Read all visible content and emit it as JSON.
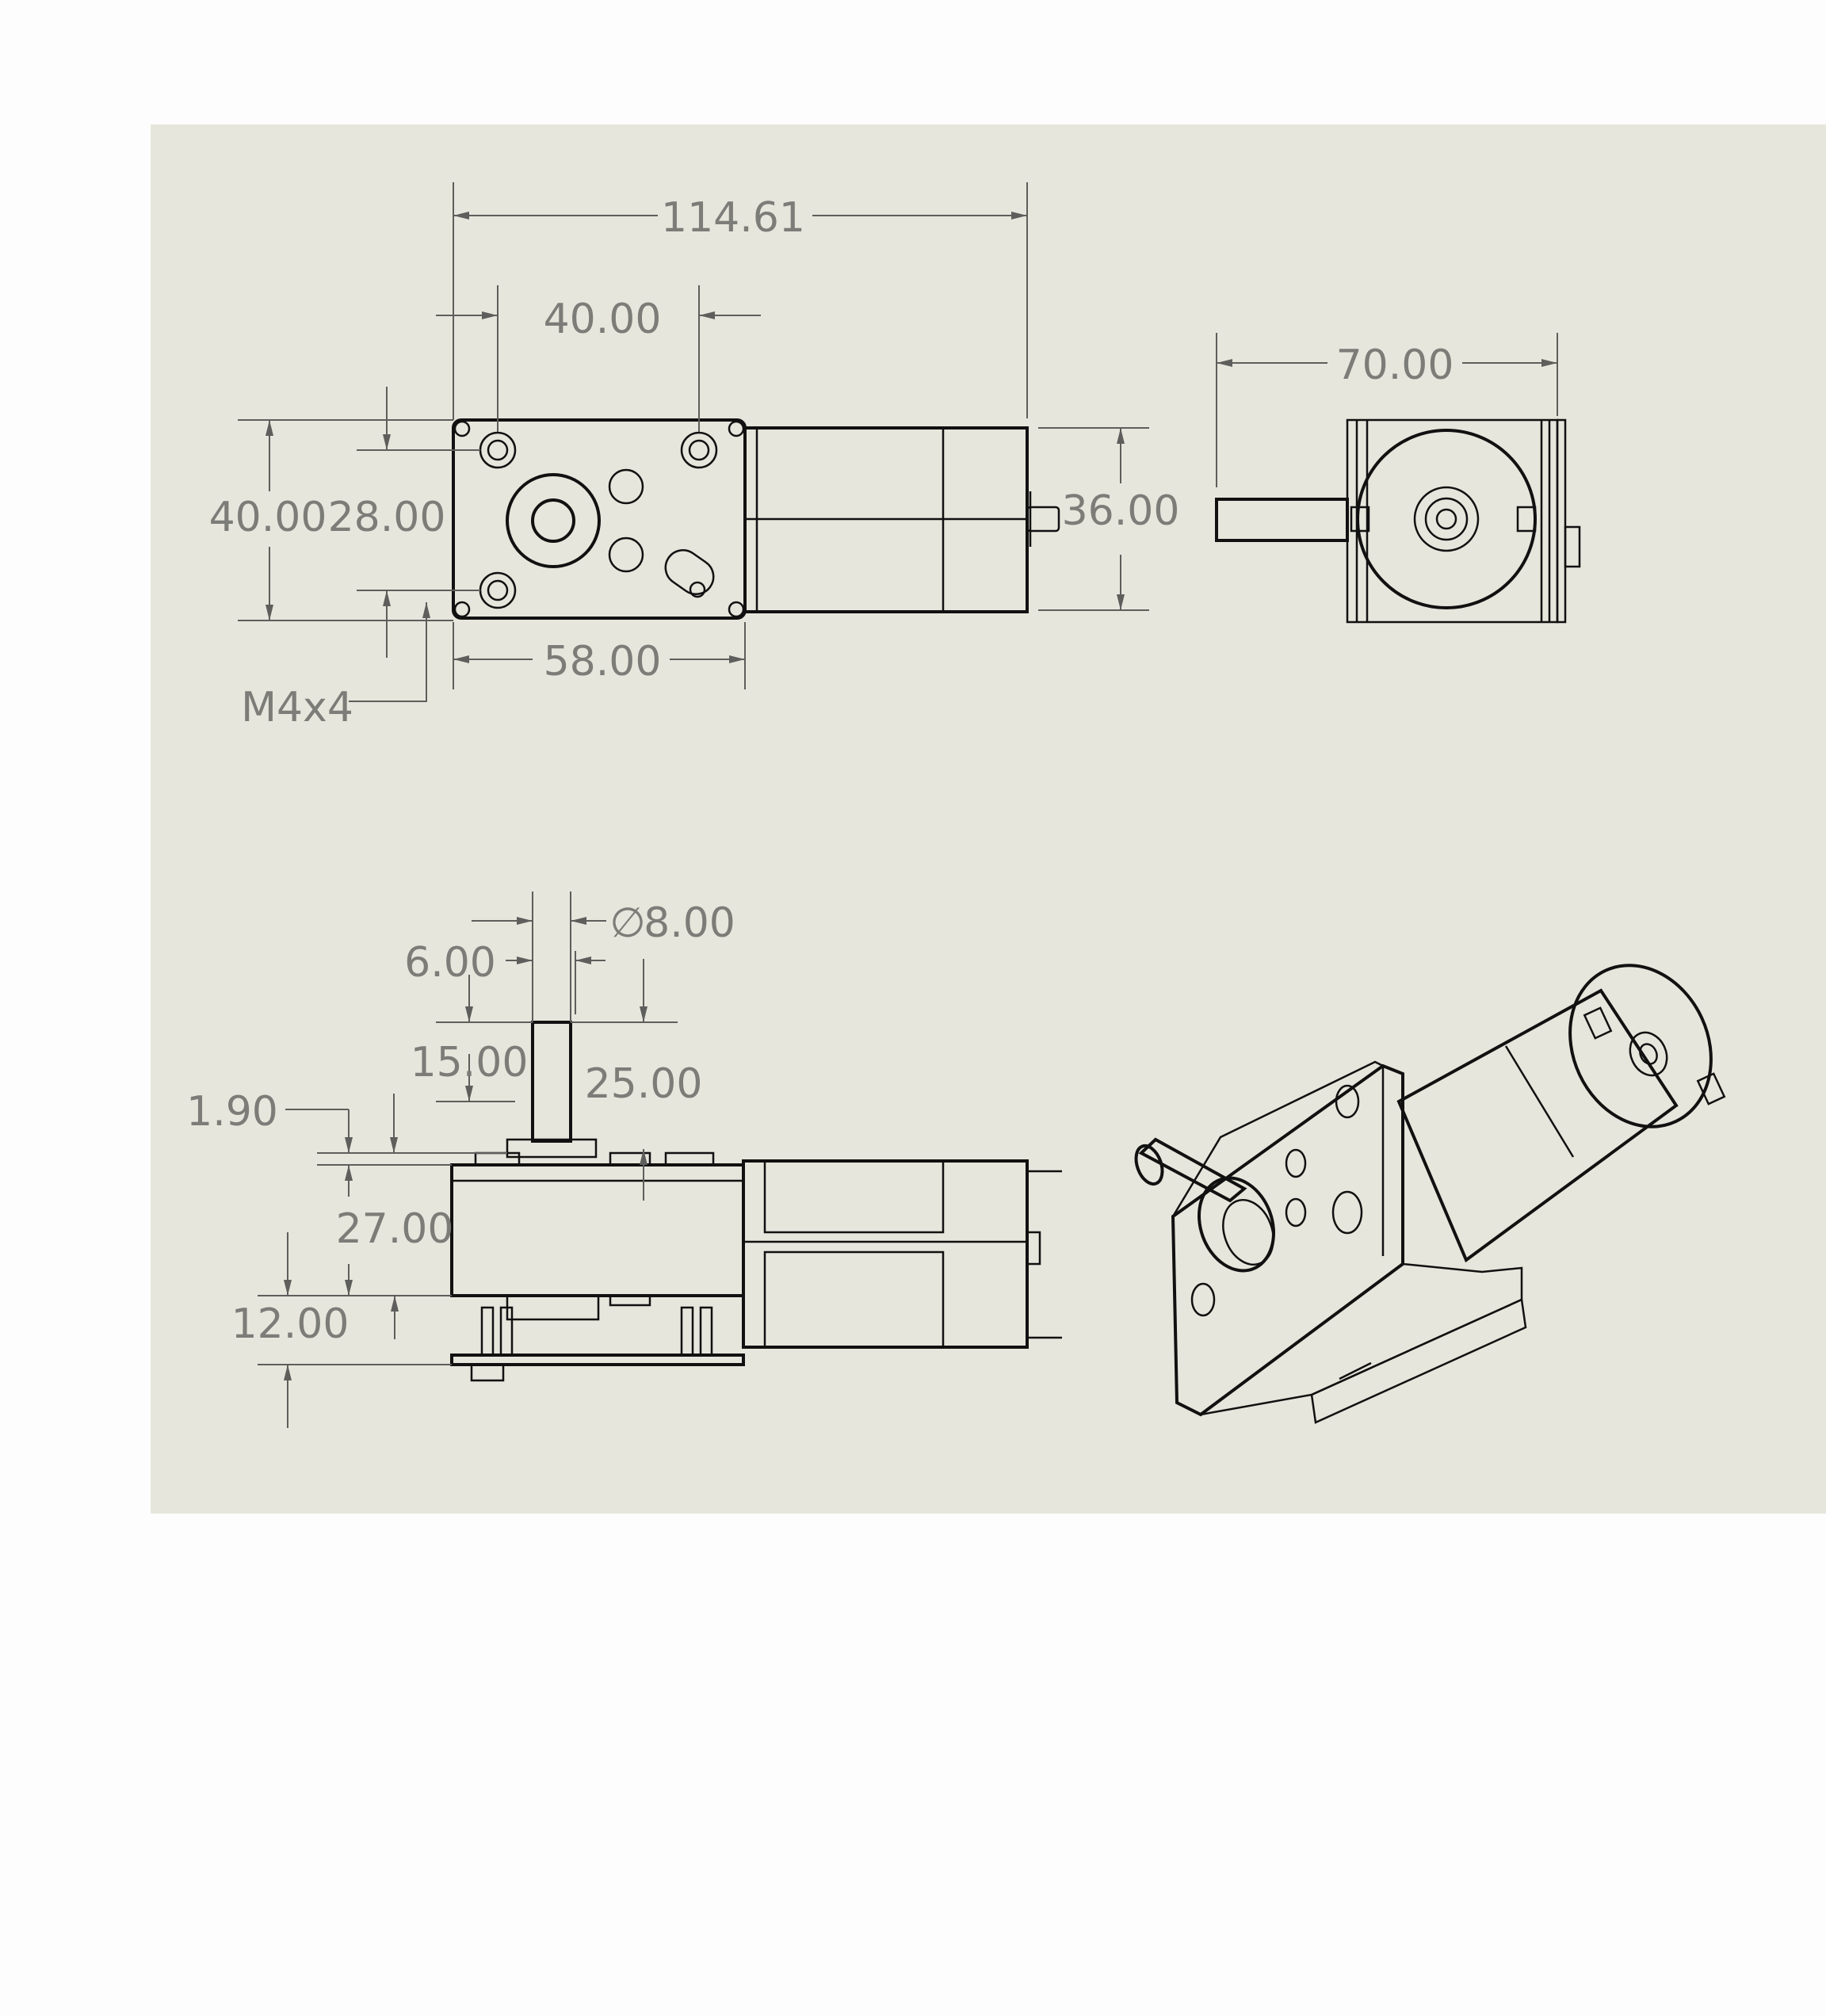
{
  "drawing": {
    "top_view": {
      "overall_length": "114.61",
      "hole_spacing_x": "40.00",
      "body_height": "40.00",
      "hole_spacing_y": "28.00",
      "motor_diameter": "36.00",
      "body_width": "58.00",
      "thread_callout": "M4x4"
    },
    "end_view": {
      "overall_width": "70.00"
    },
    "side_view": {
      "shaft_diameter_symbol": "∅",
      "shaft_diameter": "8.00",
      "shaft_flat": "6.00",
      "shaft_length": "15.00",
      "shaft_height": "25.00",
      "boss_height": "1.90",
      "body_thickness": "27.00",
      "bracket_offset": "12.00"
    }
  },
  "colors": {
    "sheet_background": "#e6e6dc",
    "dimension_text": "#7c7c78",
    "outline": "#111111"
  }
}
